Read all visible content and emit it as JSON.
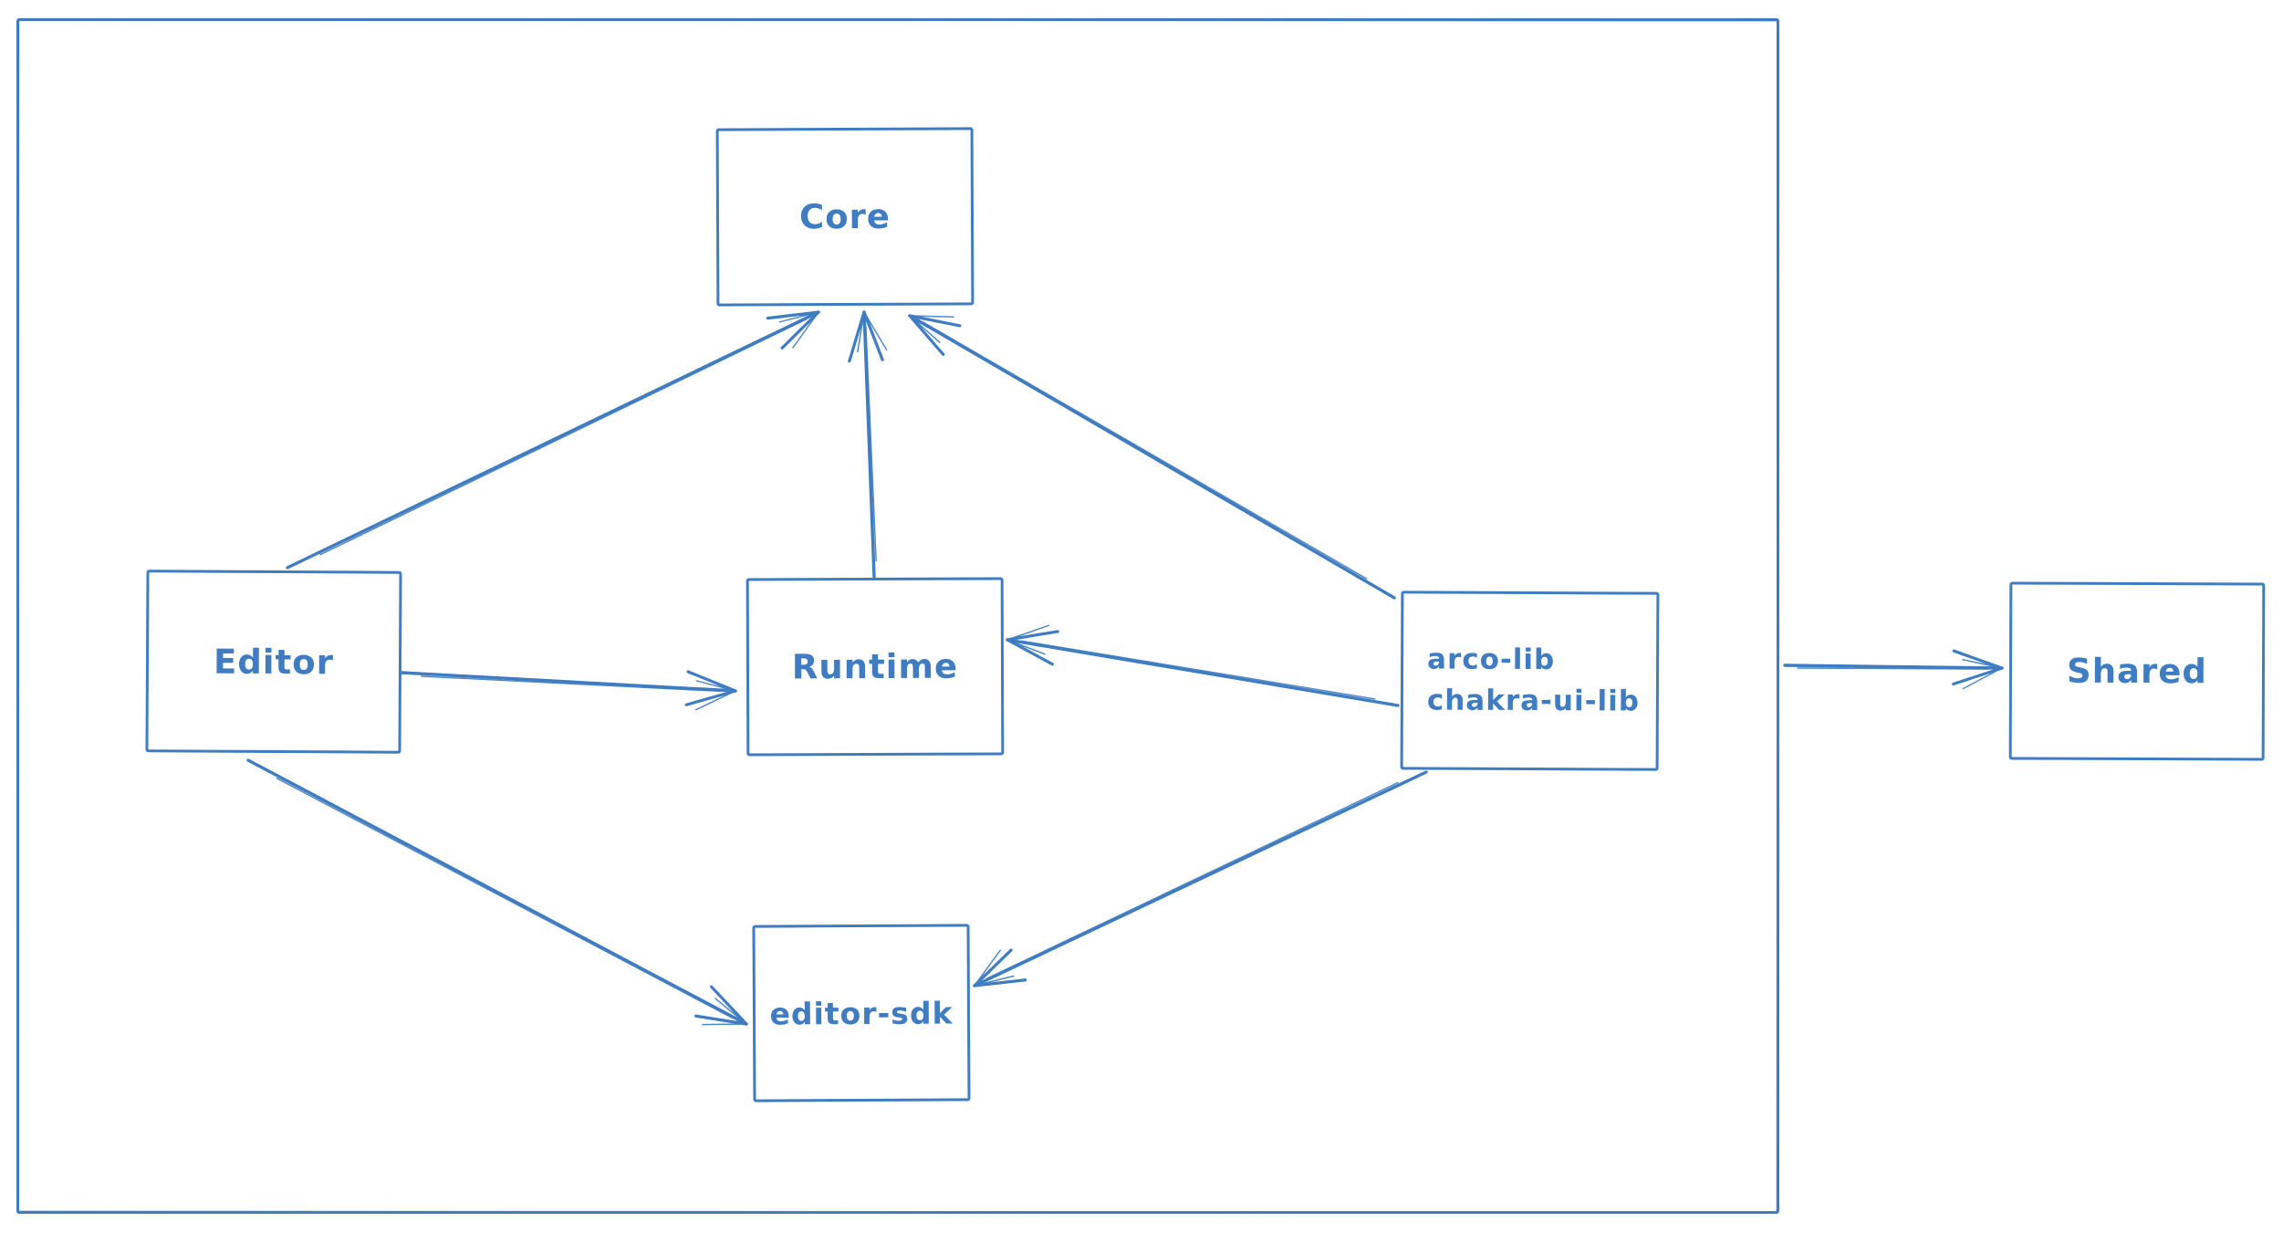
{
  "diagram": {
    "title": "package dependency diagram",
    "style": "hand-drawn",
    "background_color": "#ffffff",
    "stroke_color": "#3f7cc1",
    "nodes": [
      {
        "id": "core",
        "label": "Core"
      },
      {
        "id": "editor",
        "label": "Editor"
      },
      {
        "id": "runtime",
        "label": "Runtime"
      },
      {
        "id": "libs",
        "label": "arco-lib chakra-ui-lib",
        "lines": [
          "arco-lib",
          "chakra-ui-lib"
        ]
      },
      {
        "id": "editor-sdk",
        "label": "editor-sdk"
      },
      {
        "id": "shared",
        "label": "Shared"
      }
    ],
    "edges": [
      {
        "from": "Editor",
        "to": "Core"
      },
      {
        "from": "Runtime",
        "to": "Core"
      },
      {
        "from": "arco-lib chakra-ui-lib",
        "to": "Core"
      },
      {
        "from": "Editor",
        "to": "Runtime"
      },
      {
        "from": "arco-lib chakra-ui-lib",
        "to": "Runtime"
      },
      {
        "from": "Editor",
        "to": "editor-sdk"
      },
      {
        "from": "arco-lib chakra-ui-lib",
        "to": "editor-sdk"
      },
      {
        "from": "container",
        "to": "Shared"
      }
    ]
  }
}
